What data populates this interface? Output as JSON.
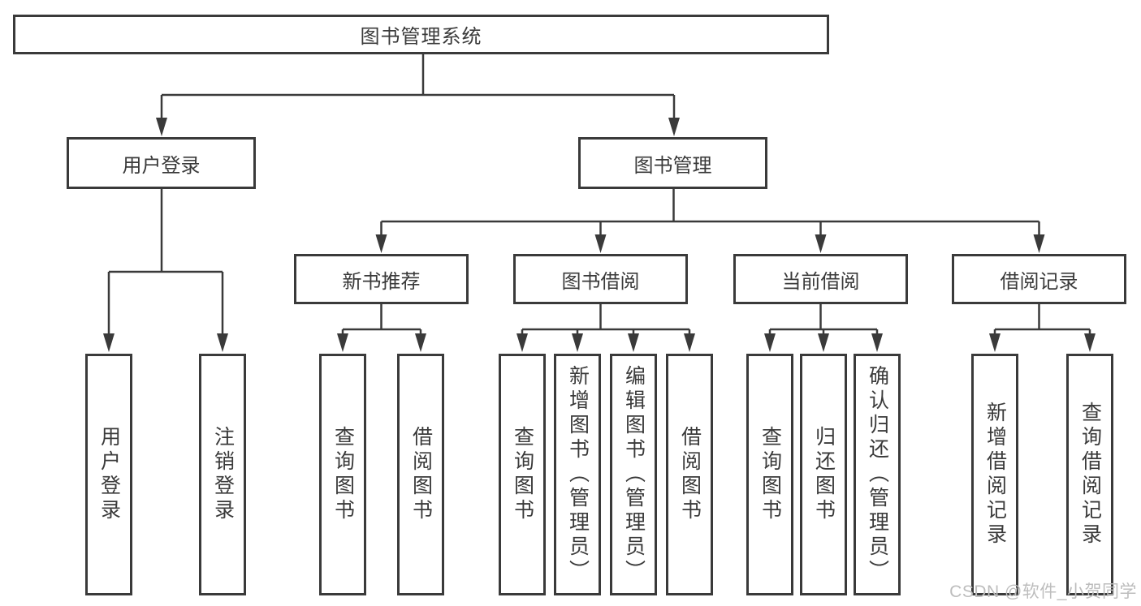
{
  "diagram": {
    "type": "tree",
    "title": "图书管理系统",
    "nodes": {
      "root": "图书管理系统",
      "user_login": "用户登录",
      "book_mgmt": "图书管理",
      "new_book_rec": "新书推荐",
      "book_borrow": "图书借阅",
      "current_borrow": "当前借阅",
      "borrow_record": "借阅记录",
      "leaf_user_login": "用户登录",
      "leaf_logout": "注销登录",
      "leaf_query_book_rec": "查询图书",
      "leaf_borrow_book_rec": "借阅图书",
      "leaf_query_book_borrow": "查询图书",
      "leaf_add_book_admin": "新增图书（管理员）",
      "leaf_edit_book_admin": "编辑图书（管理员）",
      "leaf_borrow_book_borrow": "借阅图书",
      "leaf_query_book_current": "查询图书",
      "leaf_return_book": "归还图书",
      "leaf_confirm_return_admin": "确认归还（管理员）",
      "leaf_add_borrow_record": "新增借阅记录",
      "leaf_query_borrow_record": "查询借阅记录"
    },
    "edges": [
      [
        "root",
        "user_login"
      ],
      [
        "root",
        "book_mgmt"
      ],
      [
        "user_login",
        "leaf_user_login"
      ],
      [
        "user_login",
        "leaf_logout"
      ],
      [
        "book_mgmt",
        "new_book_rec"
      ],
      [
        "book_mgmt",
        "book_borrow"
      ],
      [
        "book_mgmt",
        "current_borrow"
      ],
      [
        "book_mgmt",
        "borrow_record"
      ],
      [
        "new_book_rec",
        "leaf_query_book_rec"
      ],
      [
        "new_book_rec",
        "leaf_borrow_book_rec"
      ],
      [
        "book_borrow",
        "leaf_query_book_borrow"
      ],
      [
        "book_borrow",
        "leaf_add_book_admin"
      ],
      [
        "book_borrow",
        "leaf_edit_book_admin"
      ],
      [
        "book_borrow",
        "leaf_borrow_book_borrow"
      ],
      [
        "current_borrow",
        "leaf_query_book_current"
      ],
      [
        "current_borrow",
        "leaf_return_book"
      ],
      [
        "current_borrow",
        "leaf_confirm_return_admin"
      ],
      [
        "borrow_record",
        "leaf_add_borrow_record"
      ],
      [
        "borrow_record",
        "leaf_query_borrow_record"
      ]
    ],
    "watermark": "CSDN @软件_小贺同学",
    "colors": {
      "line": "#3a3a3a",
      "text": "#3a3a3a",
      "watermark": "#bdbdbd",
      "background": "#ffffff"
    }
  }
}
